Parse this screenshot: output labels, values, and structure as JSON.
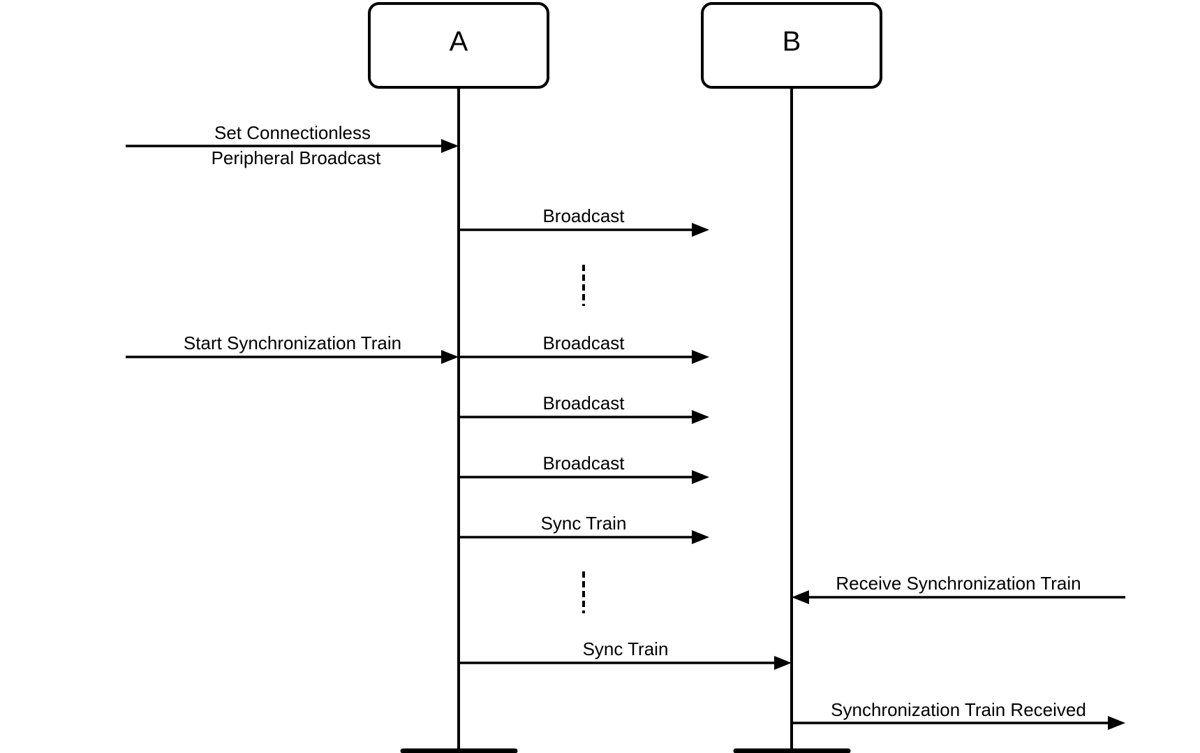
{
  "participants": [
    {
      "id": "A",
      "label": "A"
    },
    {
      "id": "B",
      "label": "B"
    }
  ],
  "messages": [
    {
      "id": "msg-set-connectionless",
      "from": "external-left",
      "to": "A",
      "label_lines": [
        "Set Connectionless",
        "Peripheral Broadcast"
      ]
    },
    {
      "id": "msg-broadcast-1",
      "from": "A",
      "to": "toward-B",
      "label_lines": [
        "Broadcast"
      ]
    },
    {
      "id": "msg-start-sync-train",
      "from": "external-left",
      "to": "A",
      "label_lines": [
        "Start Synchronization Train"
      ]
    },
    {
      "id": "msg-broadcast-2",
      "from": "A",
      "to": "toward-B",
      "label_lines": [
        "Broadcast"
      ]
    },
    {
      "id": "msg-broadcast-3",
      "from": "A",
      "to": "toward-B",
      "label_lines": [
        "Broadcast"
      ]
    },
    {
      "id": "msg-broadcast-4",
      "from": "A",
      "to": "toward-B",
      "label_lines": [
        "Broadcast"
      ]
    },
    {
      "id": "msg-sync-train-1",
      "from": "A",
      "to": "toward-B",
      "label_lines": [
        "Sync Train"
      ]
    },
    {
      "id": "msg-receive-sync-train",
      "from": "external-right",
      "to": "B",
      "label_lines": [
        "Receive Synchronization Train"
      ]
    },
    {
      "id": "msg-sync-train-2",
      "from": "A",
      "to": "B",
      "label_lines": [
        "Sync Train"
      ]
    },
    {
      "id": "msg-sync-train-received",
      "from": "B",
      "to": "external-right",
      "label_lines": [
        "Synchronization Train Received"
      ]
    }
  ],
  "continuations": [
    "after-msg-broadcast-1",
    "after-msg-sync-train-1"
  ]
}
